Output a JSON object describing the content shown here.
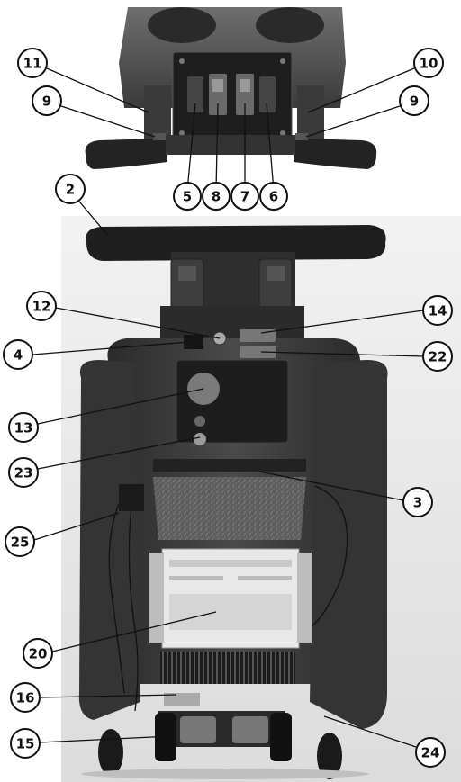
{
  "callouts": [
    {
      "id": "11",
      "label": "11"
    },
    {
      "id": "10",
      "label": "10"
    },
    {
      "id": "9a",
      "label": "9"
    },
    {
      "id": "9b",
      "label": "9"
    },
    {
      "id": "5",
      "label": "5"
    },
    {
      "id": "8",
      "label": "8"
    },
    {
      "id": "7",
      "label": "7"
    },
    {
      "id": "6",
      "label": "6"
    },
    {
      "id": "2",
      "label": "2"
    },
    {
      "id": "12",
      "label": "12"
    },
    {
      "id": "14",
      "label": "14"
    },
    {
      "id": "4",
      "label": "4"
    },
    {
      "id": "22",
      "label": "22"
    },
    {
      "id": "13",
      "label": "13"
    },
    {
      "id": "23",
      "label": "23"
    },
    {
      "id": "3",
      "label": "3"
    },
    {
      "id": "25",
      "label": "25"
    },
    {
      "id": "20",
      "label": "20"
    },
    {
      "id": "16",
      "label": "16"
    },
    {
      "id": "15",
      "label": "15"
    },
    {
      "id": "24",
      "label": "24"
    }
  ]
}
